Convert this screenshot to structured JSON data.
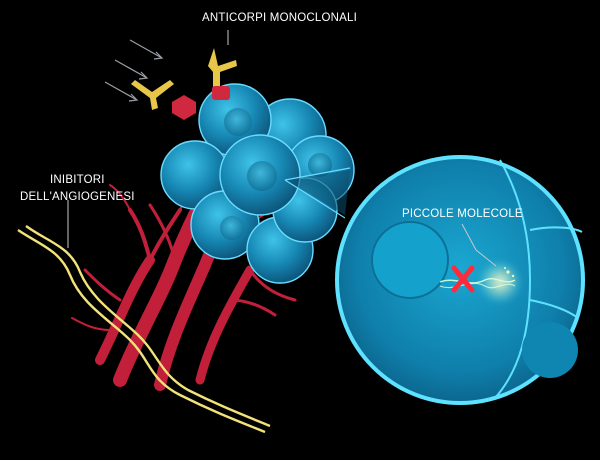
{
  "labels": {
    "monoclonal_antibodies": "ANTICORPI MONOCLONALI",
    "angiogenesis_inhibitors_line1": "INIBITORI",
    "angiogenesis_inhibitors_line2": "DELL'ANGIOGENESI",
    "small_molecules": "PICCOLE MOLECOLE"
  },
  "colors": {
    "background": "#000000",
    "cell_fill": "#1a9bc4",
    "cell_highlight": "#6fe3ff",
    "vessels": "#c21f3a",
    "antibody": "#e8c64a",
    "receptor": "#d0283e",
    "inhibitor_line": "#f2e27a",
    "block_mark": "#ff2a3a"
  },
  "icons": [
    "antibody-icon",
    "receptor-icon",
    "block-x-icon"
  ]
}
